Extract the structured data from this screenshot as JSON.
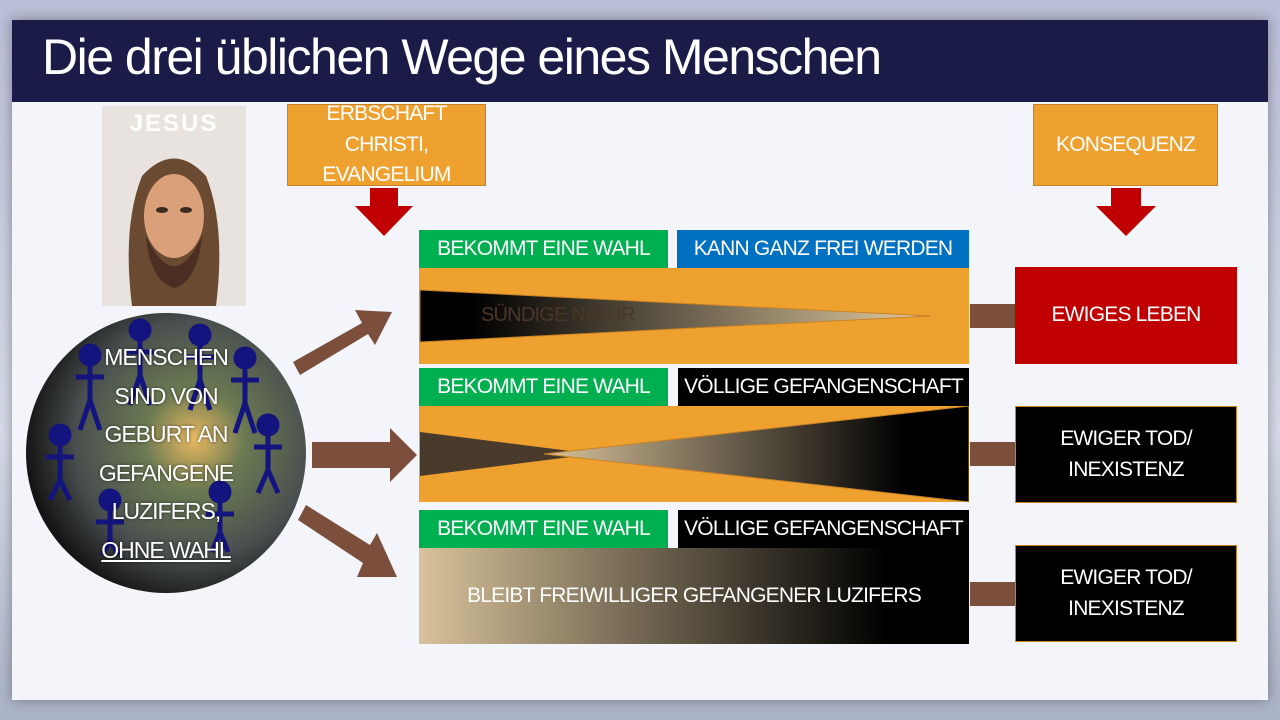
{
  "title": "Die drei üblichen Wege eines Menschen",
  "portrait": {
    "label": "JESUS"
  },
  "globe": {
    "lines": [
      "MENSCHEN",
      "SIND VON",
      "GEBURT AN",
      "GEFANGENE",
      "LUZIFERS,"
    ],
    "underlined": "OHNE WAHL"
  },
  "header_boxes": {
    "inheritance": [
      "ERBSCHAFT CHRISTI,",
      "EVANGELIUM"
    ],
    "consequence": "KONSEQUENZ"
  },
  "rows": [
    {
      "choice": "BEKOMMT EINE WAHL",
      "state": "KANN GANZ FREI WERDEN",
      "band_text": "SÜNDIGE NATUR",
      "result": [
        "EWIGES LEBEN"
      ]
    },
    {
      "choice": "BEKOMMT EINE WAHL",
      "state": "VÖLLIGE GEFANGENSCHAFT",
      "band_text": "",
      "result": [
        "EWIGER TOD/",
        "INEXISTENZ"
      ]
    },
    {
      "choice": "BEKOMMT EINE WAHL",
      "state": "VÖLLIGE GEFANGENSCHAFT",
      "band_text": "BLEIBT FREIWILLIGER GEFANGENER LUZIFERS",
      "result": [
        "EWIGER TOD/",
        "INEXISTENZ"
      ]
    }
  ],
  "colors": {
    "orange": "#efa12f",
    "green": "#00b050",
    "blue": "#0070c0",
    "red": "#c00000",
    "arrow_brown": "#7b4f3b",
    "title_bar": "#1b1b48"
  }
}
